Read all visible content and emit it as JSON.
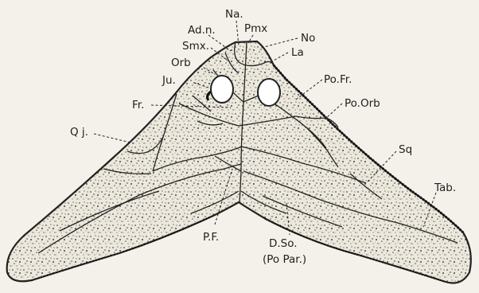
{
  "labels": {
    "na": "Na.",
    "pmx": "Pmx",
    "adn": "Ad.n.",
    "no": "No",
    "smx": "Smx.",
    "la": "La",
    "orb": "Orb",
    "ju": "Ju.",
    "pofr": "Po.Fr.",
    "fr": "Fr.",
    "poorb": "Po.Orb",
    "qj": "Q j.",
    "sq": "Sq",
    "tab": "Tab.",
    "pf": "P.F.",
    "dso": "D.So.",
    "popar": "(Po Par.)"
  }
}
